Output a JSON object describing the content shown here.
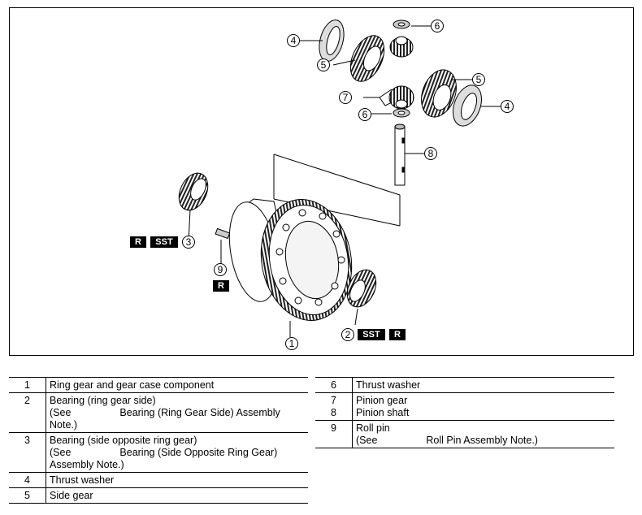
{
  "diagram": {
    "callouts": [
      "1",
      "2",
      "3",
      "4",
      "5",
      "6",
      "7",
      "8",
      "9"
    ],
    "badges": {
      "r": "R",
      "sst": "SST"
    }
  },
  "parts_left": [
    {
      "num": "1",
      "name": "Ring gear and gear case component",
      "see": "",
      "note": ""
    },
    {
      "num": "2",
      "name": "Bearing (ring gear side)",
      "see": "(See",
      "note": "Bearing (Ring Gear Side) Assembly",
      "note2": "Note.)"
    },
    {
      "num": "3",
      "name": "Bearing (side opposite ring gear)",
      "see": "(See",
      "note": "Bearing (Side Opposite Ring Gear)",
      "note2": "Assembly Note.)"
    },
    {
      "num": "4",
      "name": "Thrust washer"
    },
    {
      "num": "5",
      "name": "Side gear"
    }
  ],
  "parts_right": [
    {
      "num": "6",
      "name": "Thrust washer"
    },
    {
      "num": "7",
      "name": "Pinion gear"
    },
    {
      "num": "8",
      "name": "Pinion shaft"
    },
    {
      "num": "9",
      "name": "Roll pin",
      "see": "(See",
      "note": "Roll Pin Assembly Note.)"
    }
  ]
}
